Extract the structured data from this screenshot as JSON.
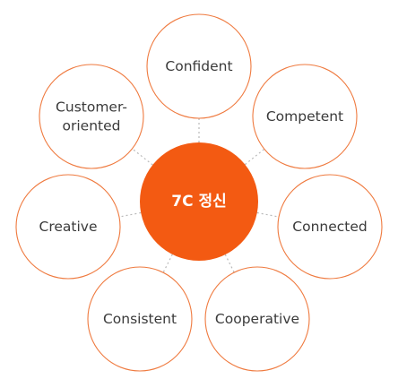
{
  "diagram": {
    "center": {
      "label": "7C 정신",
      "color": "#f35a12"
    },
    "ring_color": "#ef7a3f",
    "nodes": [
      {
        "id": "confident",
        "lines": [
          "Confident"
        ]
      },
      {
        "id": "competent",
        "lines": [
          "Competent"
        ]
      },
      {
        "id": "connected",
        "lines": [
          "Connected"
        ]
      },
      {
        "id": "cooperative",
        "lines": [
          "Cooperative"
        ]
      },
      {
        "id": "consistent",
        "lines": [
          "Consistent"
        ]
      },
      {
        "id": "creative",
        "lines": [
          "Creative"
        ]
      },
      {
        "id": "customer-oriented",
        "lines": [
          "Customer-",
          "oriented"
        ]
      }
    ]
  }
}
